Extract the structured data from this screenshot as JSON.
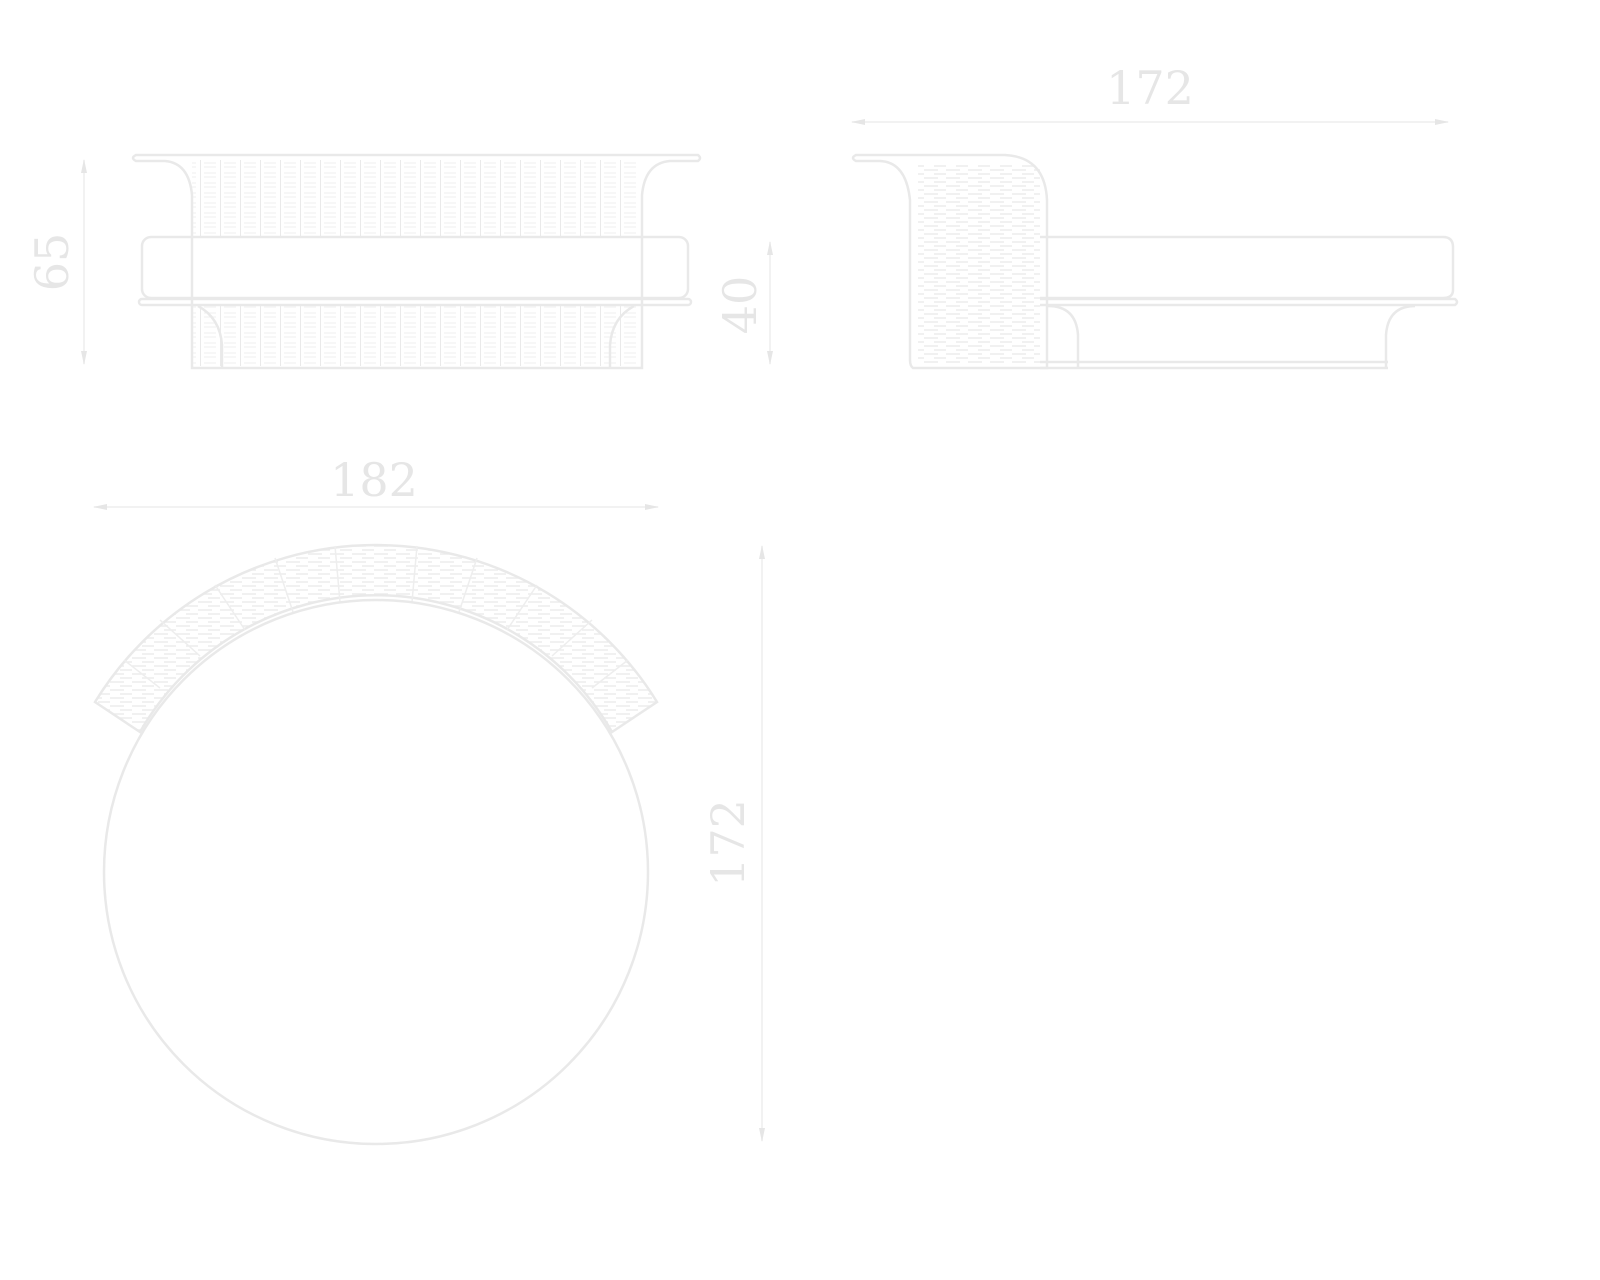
{
  "drawing": {
    "line_color": "#e9e9e9",
    "dimensions": {
      "front_height": "65",
      "side_seat_height": "40",
      "side_length": "172",
      "top_width": "182",
      "top_depth": "172"
    }
  }
}
